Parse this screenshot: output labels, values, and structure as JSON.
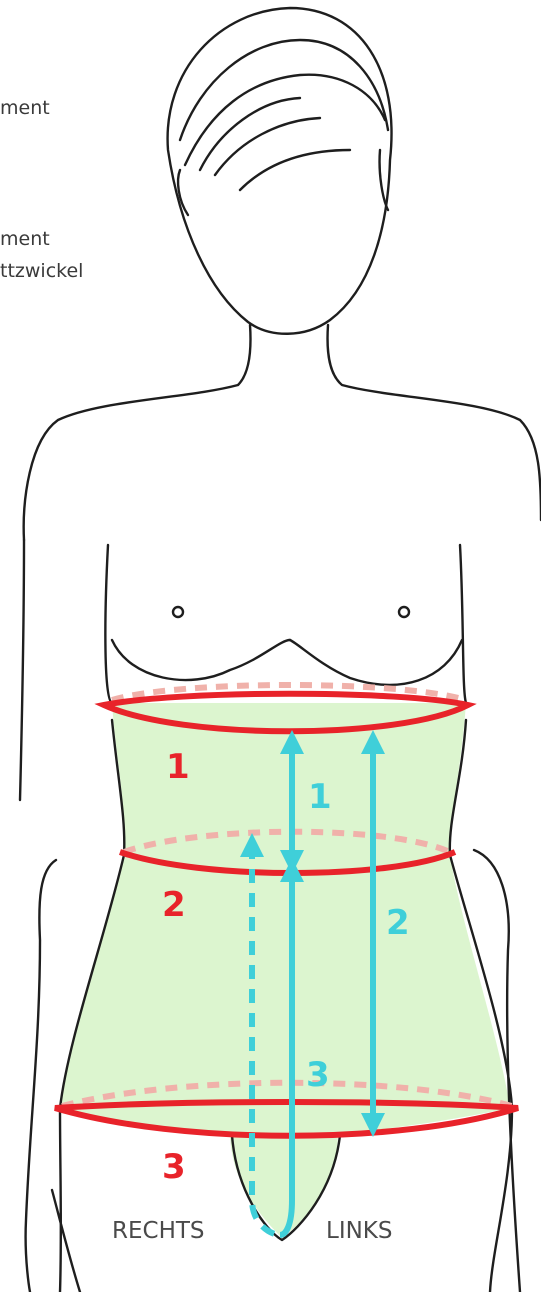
{
  "captions": [
    {
      "text": "ment"
    },
    {
      "text": "ment"
    },
    {
      "text": "ttzwickel"
    }
  ],
  "circumference_labels": [
    "1",
    "2",
    "3"
  ],
  "length_labels": [
    "1",
    "2",
    "3"
  ],
  "side_labels": {
    "right": "RECHTS",
    "left": "LINKS"
  },
  "colors": {
    "circumference": "#e8232a",
    "length": "#3fcfd9",
    "garment_fill": "#dcf5cf",
    "outline": "#1e1e1e",
    "back_dashed": "#f0b1aa"
  }
}
